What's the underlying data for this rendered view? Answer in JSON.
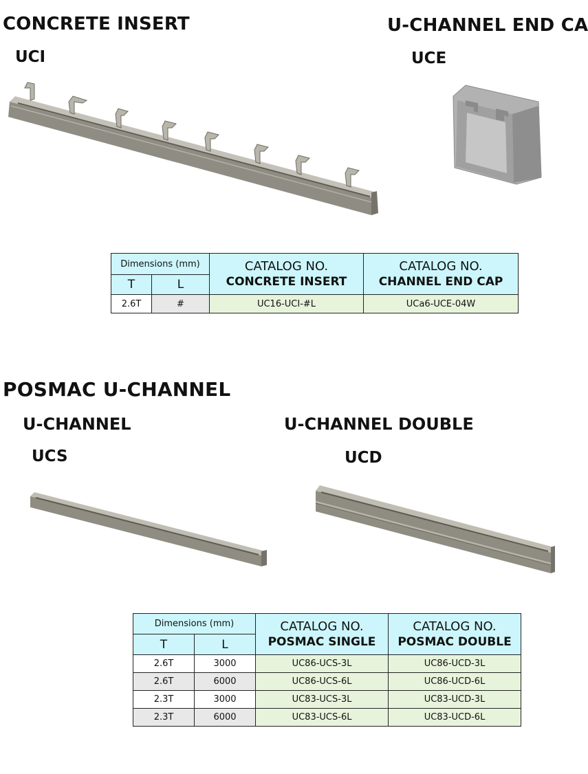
{
  "insert_section": {
    "title": "CONCRETE INSERT",
    "code": "UCI"
  },
  "endcap_section": {
    "title": "U-CHANNEL END CAP",
    "code": "UCE"
  },
  "table1": {
    "dim_label": "Dimensions (mm)",
    "col_t": "T",
    "col_l": "L",
    "cat1_line1": "CATALOG NO.",
    "cat1_line2": "CONCRETE INSERT",
    "cat2_line1": "CATALOG NO.",
    "cat2_line2": "CHANNEL END CAP",
    "rows": [
      {
        "t": "2.6T",
        "l": "#",
        "c1": "UC16-UCI-#L",
        "c2": "UCa6-UCE-04W"
      }
    ]
  },
  "posmac_section": {
    "title": "POSMAC U-CHANNEL",
    "single_title": "U-CHANNEL",
    "single_code": "UCS",
    "double_title": "U-CHANNEL DOUBLE",
    "double_code": "UCD"
  },
  "table2": {
    "dim_label": "Dimensions (mm)",
    "col_t": "T",
    "col_l": "L",
    "cat1_line1": "CATALOG NO.",
    "cat1_line2": "POSMAC SINGLE",
    "cat2_line1": "CATALOG NO.",
    "cat2_line2": "POSMAC DOUBLE",
    "rows": [
      {
        "t": "2.6T",
        "l": "3000",
        "c1": "UC86-UCS-3L",
        "c2": "UC86-UCD-3L"
      },
      {
        "t": "2.6T",
        "l": "6000",
        "c1": "UC86-UCS-6L",
        "c2": "UC86-UCD-6L"
      },
      {
        "t": "2.3T",
        "l": "3000",
        "c1": "UC83-UCS-3L",
        "c2": "UC83-UCD-3L"
      },
      {
        "t": "2.3T",
        "l": "6000",
        "c1": "UC83-UCS-6L",
        "c2": "UC83-UCD-6L"
      }
    ]
  },
  "colors": {
    "header_bg": "#ccf6fb",
    "catalog_bg": "#e8f3dc",
    "metal": "#9c9a8f",
    "cap": "#a3a3a3"
  }
}
